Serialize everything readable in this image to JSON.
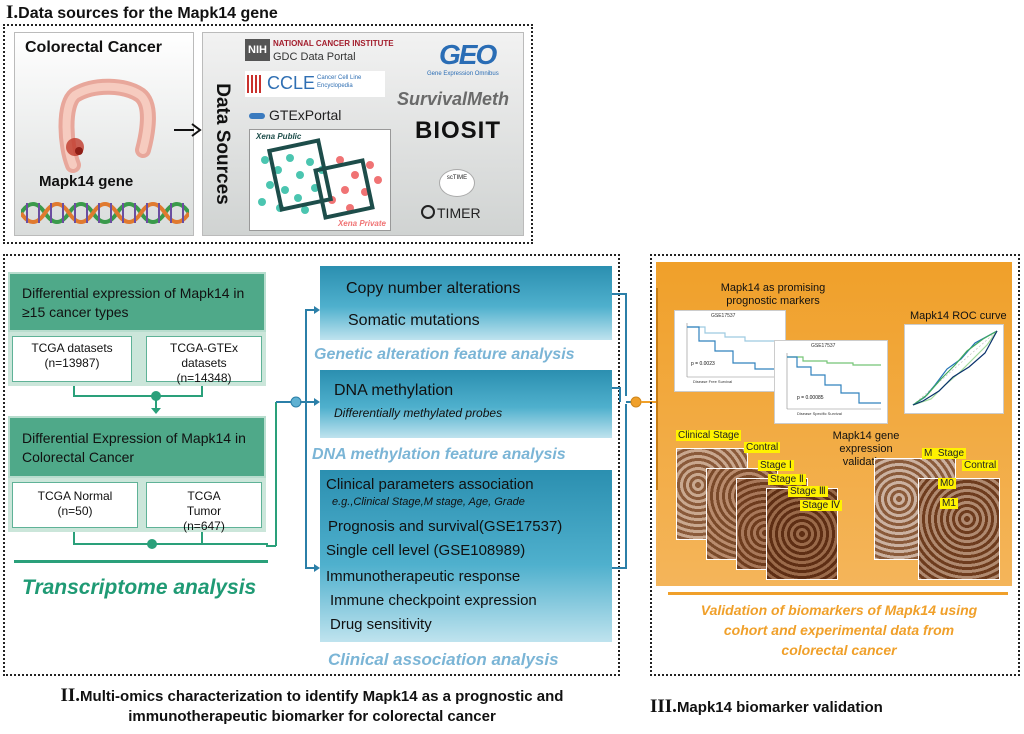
{
  "section1": {
    "title": "Data sources for the Mapk14 gene",
    "roman": "I.",
    "cancer_label": "Colorectal Cancer",
    "gene_label": "Mapk14 gene",
    "data_sources_label": "Data Sources",
    "sources": {
      "nih_badge": "NIH",
      "nci_line1": "NATIONAL CANCER INSTITUTE",
      "nci_line2": "GDC Data Portal",
      "ccle": "CCLE",
      "ccle_sub1": "Cancer Cell Line",
      "ccle_sub2": "Encyclopedia",
      "gtex": "GTExPortal",
      "xena_public": "Xena Public",
      "xena_private": "Xena Private",
      "geo": "GEO",
      "geo_sub": "Gene Expression Omnibus",
      "survivalmeth": "SurvivalMeth",
      "biosit": "BIOSIT",
      "sctime": "scTIME",
      "timer": "TIMER"
    }
  },
  "section2": {
    "roman": "II.",
    "title_line1": "Multi-omics characterization to identify Mapk14 as a prognostic and",
    "title_line2": "immunotherapeutic biomarker for colorectal cancer",
    "diff_expr_box": "Differential expression of Mapk14 in ≥15 cancer types",
    "tcga_datasets": "TCGA datasets (n=13987)",
    "tcga_gtex_datasets": "TCGA-GTEx datasets (n=14348)",
    "diff_expr_crc_box": "Differential Expression of Mapk14 in Colorectal Cancer",
    "tcga_normal": "TCGA Normal (n=50)",
    "tcga_tumor": "TCGA Tumor (n=647)",
    "transcriptome_label": "Transcriptome analysis",
    "genetic_panel": {
      "item1": "Copy number alterations",
      "item2": "Somatic mutations",
      "caption": "Genetic alteration feature analysis"
    },
    "methylation_panel": {
      "item1": "DNA methylation",
      "item2": "Differentially methylated probes",
      "caption": "DNA methylation feature analysis"
    },
    "clinical_panel": {
      "item1": "Clinical parameters association",
      "item1_sub": "e.g.,Clinical Stage,M stage, Age, Grade",
      "item2": "Prognosis and survival(GSE17537)",
      "item3": "Single cell level (GSE108989)",
      "item4": "Immunotherapeutic response",
      "item5": "Immune checkpoint expression",
      "item6": "Drug sensitivity",
      "caption": "Clinical association analysis"
    }
  },
  "section3": {
    "roman": "III.",
    "title": "Mapk14 biomarker validation",
    "prognostic_title": "Mapk14 as promising prognostic markers",
    "roc_title": "Mapk14 ROC curve",
    "km1_p": "p = 0.0023",
    "km1_label": "Disease Free Survival",
    "km1_header": "GSE17537",
    "km2_p": "p = 0.00085",
    "km2_label": "Disease Specific Survival",
    "km2_header": "GSE17537",
    "ihc_title": "Mapk14 gene expression validation",
    "ihc_tags_left": [
      "Clinical Stage",
      "Contral",
      "Stage Ⅰ",
      "Stage Ⅱ",
      "Stage Ⅲ",
      "Stage Ⅳ"
    ],
    "ihc_tags_right": [
      "M  Stage",
      "Contral",
      "M0",
      "M1"
    ],
    "validation_caption": "Validation of biomarkers of Mapk14 using cohort and experimental data from colorectal cancer"
  },
  "colors": {
    "green": "#4fa989",
    "teal": "#2b8fb0",
    "orange": "#f0a02a",
    "caption_blue": "#7bb5d6",
    "transcriptome_green": "#1f9a74"
  }
}
